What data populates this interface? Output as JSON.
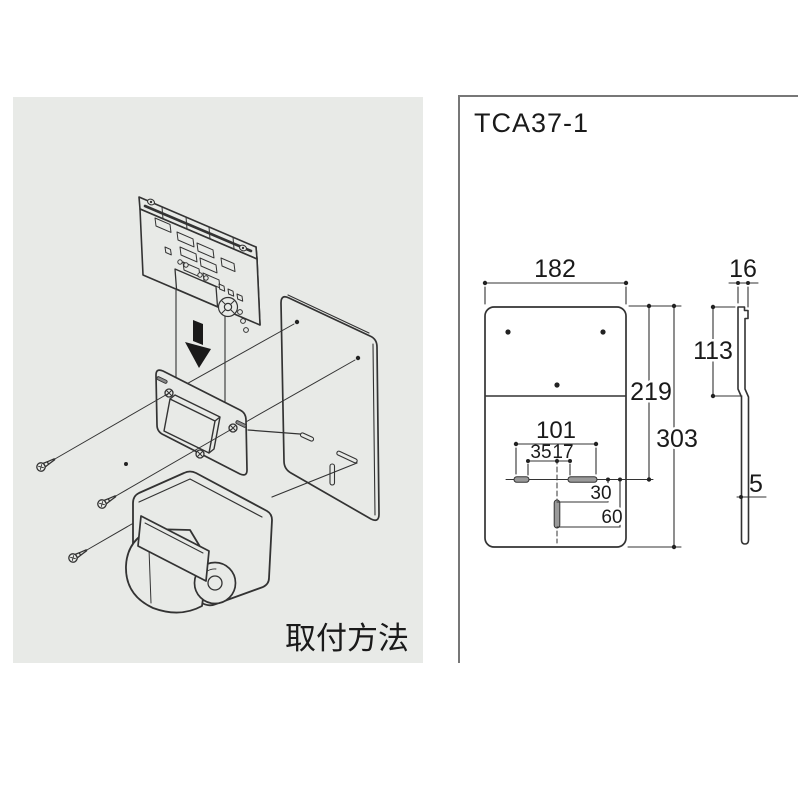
{
  "install_panel": {
    "label": "取付方法",
    "background": "#e8eae7"
  },
  "dimension_panel": {
    "title": "TCA37-1",
    "front_view": {
      "width": "182",
      "slot_span": "101",
      "slot_left_offset": "35",
      "slot_right_offset": "17",
      "hook_drop": "30",
      "lower_slot_drop": "60",
      "upper_height": "219",
      "total_height": "303"
    },
    "side_view": {
      "top_depth": "16",
      "upper_height": "113",
      "plate_gap": "5"
    }
  },
  "colors": {
    "line": "#333333",
    "ink": "#1a1a1a",
    "panel_border": "#777777",
    "slot_fill": "#9a9a9a"
  }
}
